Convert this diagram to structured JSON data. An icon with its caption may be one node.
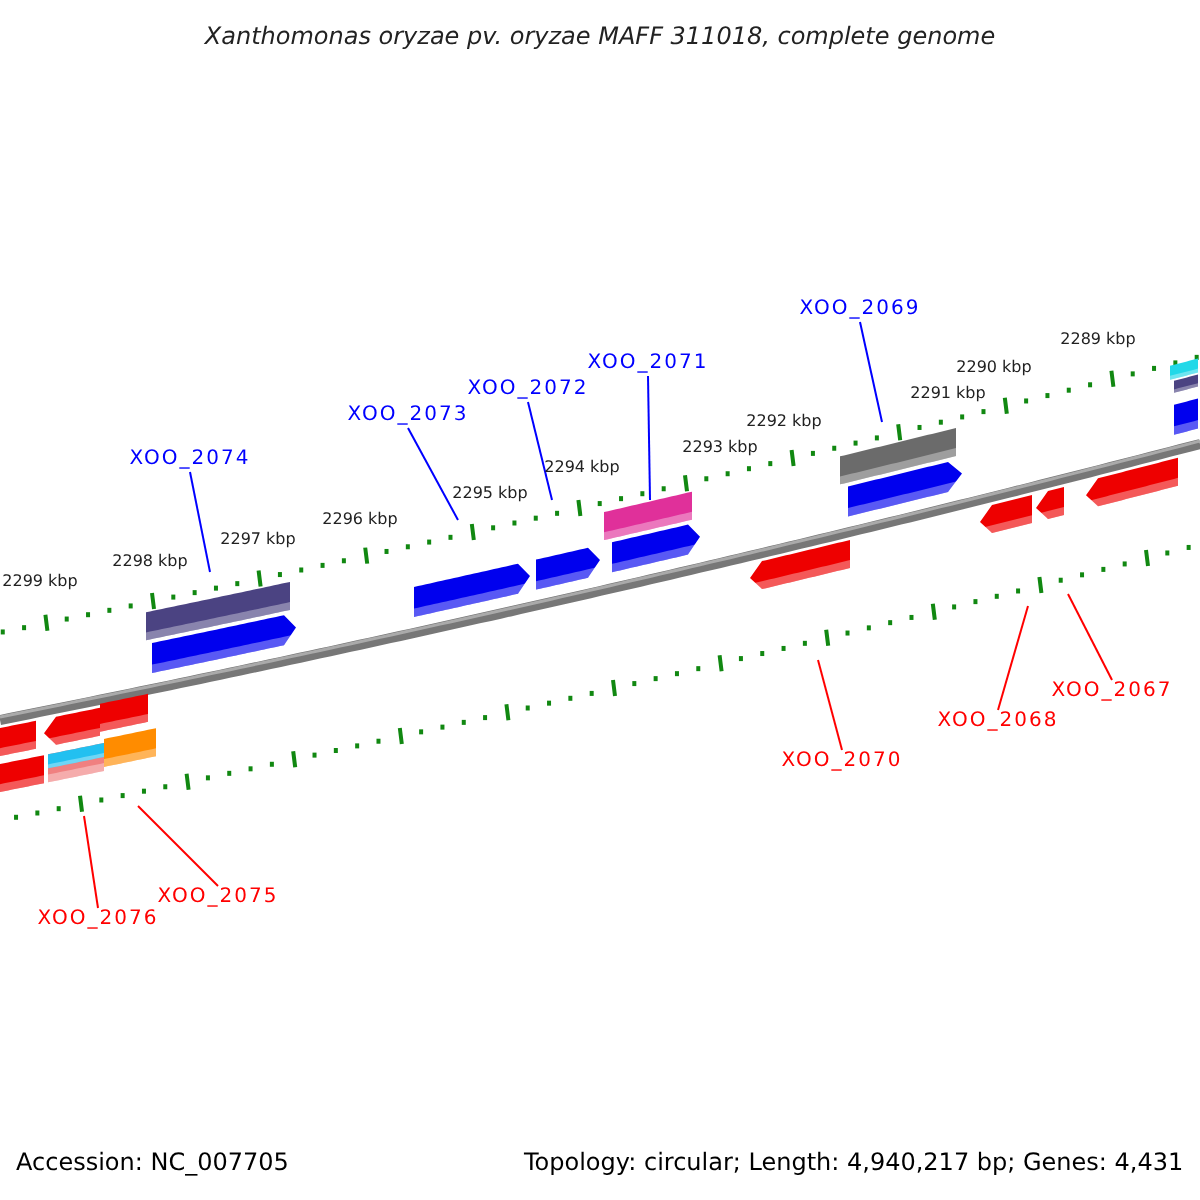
{
  "diagram": {
    "title": "Xanthomonas oryzae pv. oryzae MAFF 311018, complete genome",
    "nodes": [
      {
        "text": [
          "XOO_2074"
        ]
      },
      {
        "text": [
          "XOO_2073"
        ]
      },
      {
        "text": [
          "XOO_2072"
        ]
      },
      {
        "text": [
          "XOO_2071"
        ]
      },
      {
        "text": [
          "XOO_2069"
        ]
      },
      {
        "text": [
          "XOO_2067"
        ]
      },
      {
        "text": [
          "XOO_2068"
        ]
      },
      {
        "text": [
          "XOO_2070"
        ]
      },
      {
        "text": [
          "XOO_2075"
        ]
      },
      {
        "text": [
          "XOO_2076"
        ]
      }
    ],
    "edges": [
      {
        "from": 0,
        "to": null,
        "arrow": "none",
        "color": "#0000ff"
      },
      {
        "from": 1,
        "to": null,
        "arrow": "none",
        "color": "#0000ff"
      },
      {
        "from": 2,
        "to": null,
        "arrow": "none",
        "color": "#0000ff"
      },
      {
        "from": 3,
        "to": null,
        "arrow": "none",
        "color": "#0000ff"
      },
      {
        "from": 4,
        "to": null,
        "arrow": "none",
        "color": "#0000ff"
      },
      {
        "from": 5,
        "to": null,
        "arrow": "none",
        "color": "#ff0000"
      },
      {
        "from": 6,
        "to": null,
        "arrow": "none",
        "color": "#ff0000"
      },
      {
        "from": 7,
        "to": null,
        "arrow": "none",
        "color": "#ff0000"
      },
      {
        "from": 8,
        "to": null,
        "arrow": "none",
        "color": "#ff0000"
      },
      {
        "from": 9,
        "to": null,
        "arrow": "none",
        "color": "#ff0000"
      }
    ],
    "labels": [
      "2289 kbp",
      "2290 kbp",
      "2291 kbp",
      "2292 kbp",
      "2293 kbp",
      "2294 kbp",
      "2295 kbp",
      "2296 kbp",
      "2297 kbp",
      "2298 kbp",
      "2299 kbp",
      "Accession: NC_007705",
      "Topology: circular; Length: 4,940,217 bp; Genes: 4,431"
    ]
  }
}
